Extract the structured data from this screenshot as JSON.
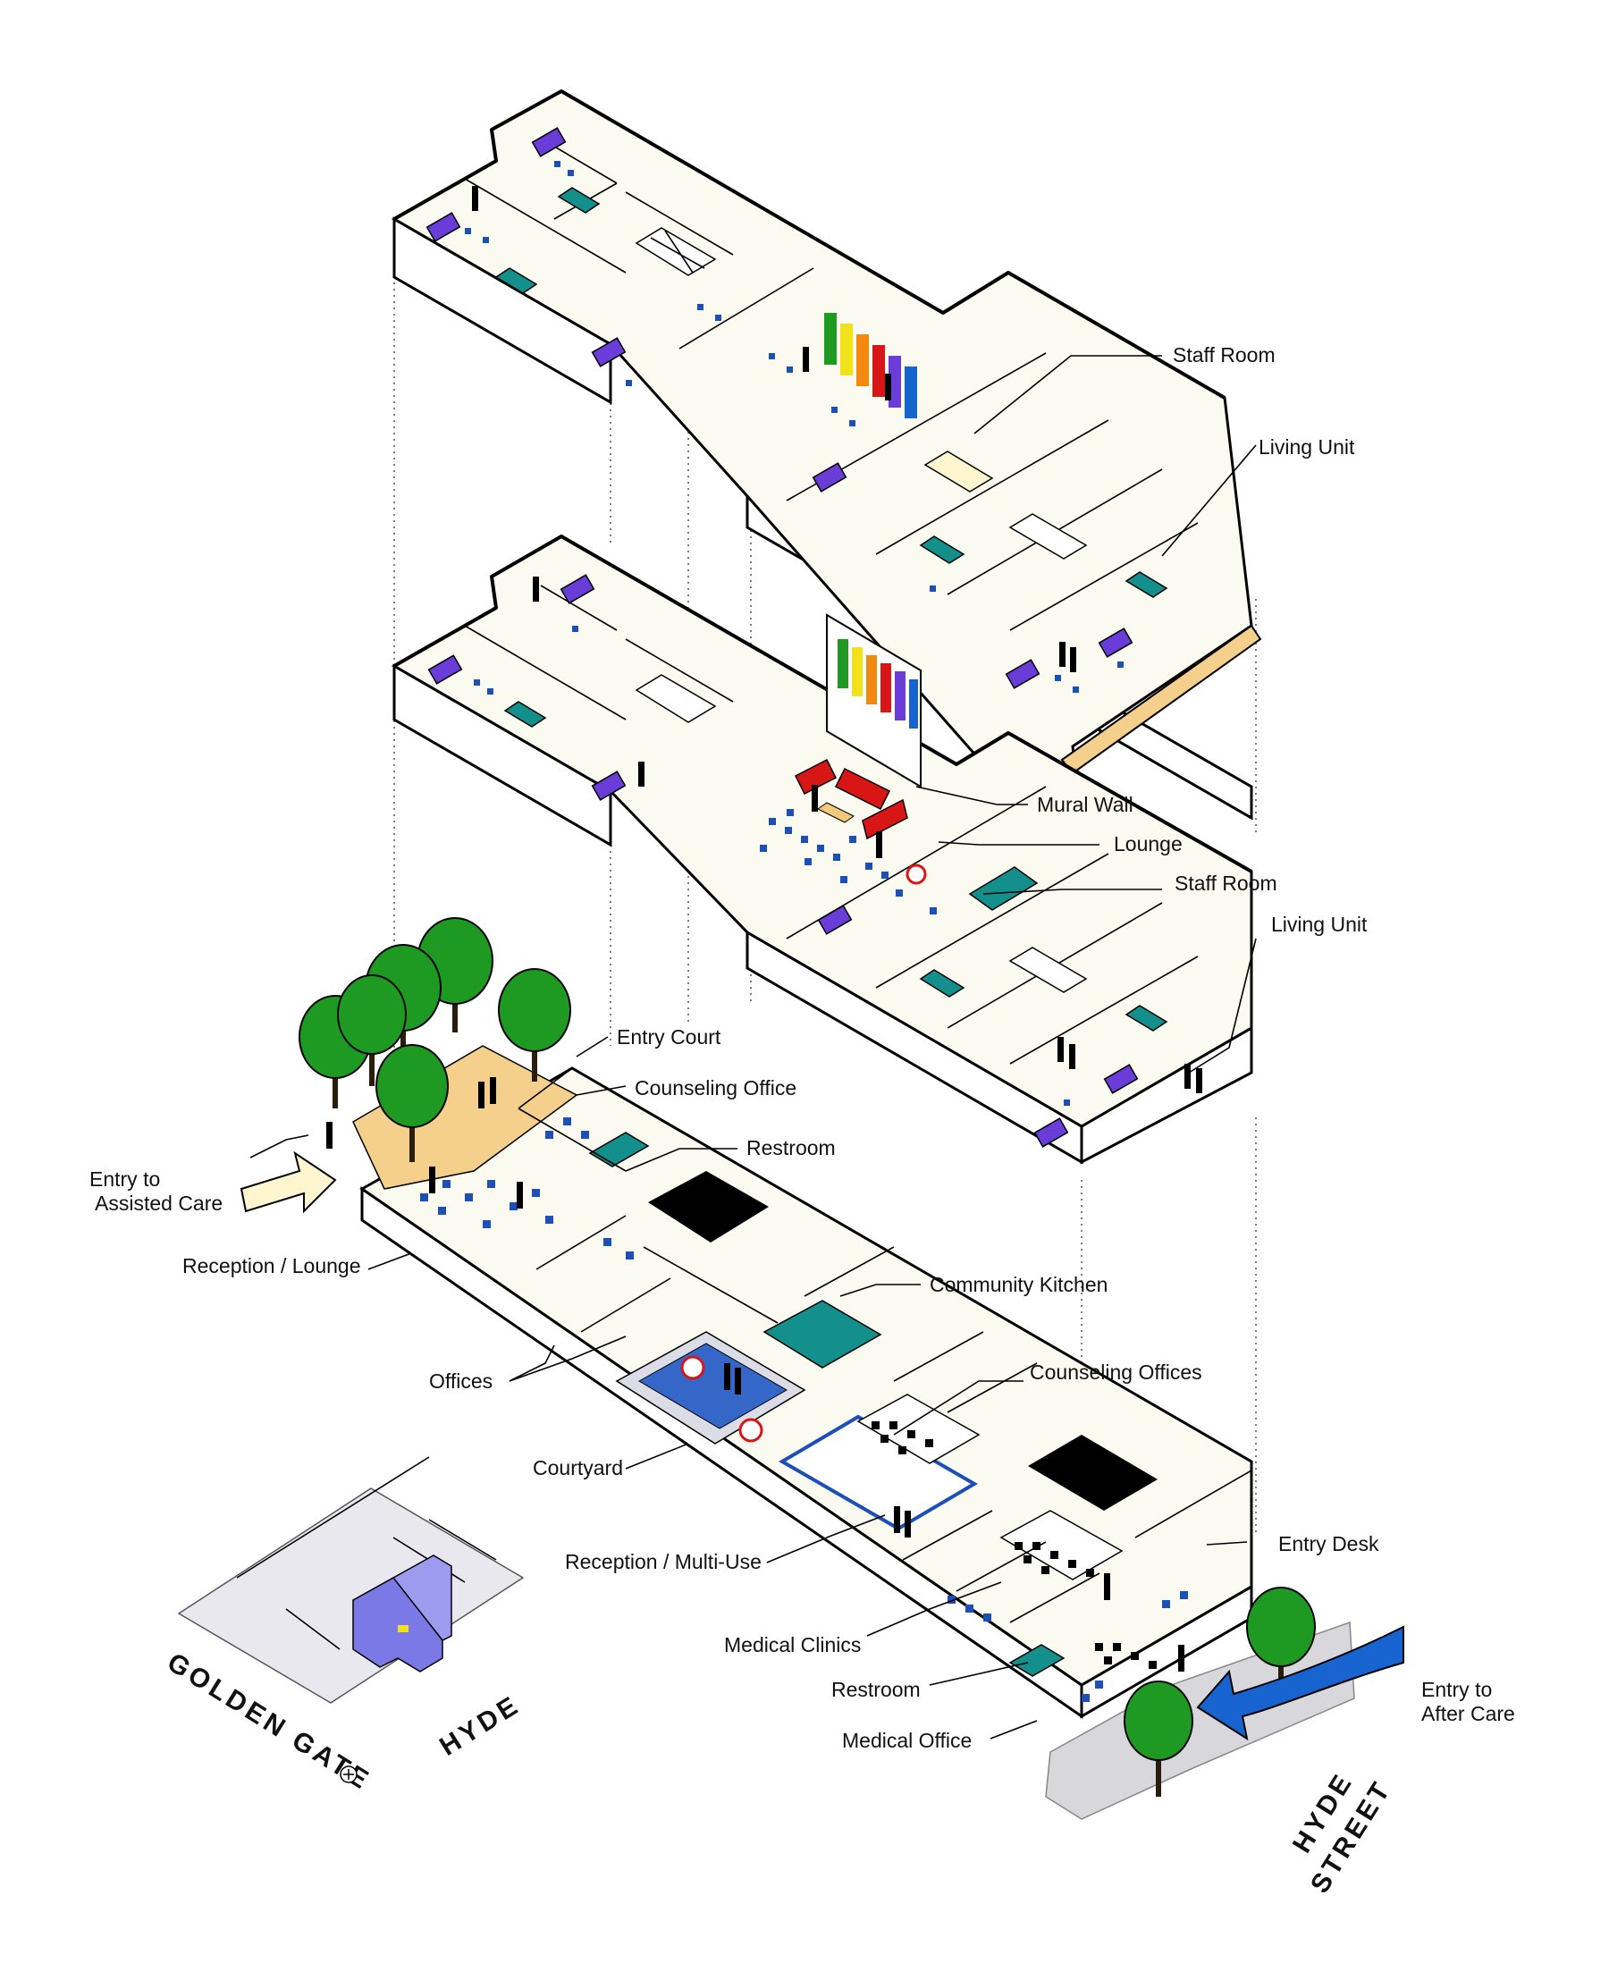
{
  "labels": {
    "staff_room_top": "Staff Room",
    "living_unit_top": "Living Unit",
    "mural_wall": "Mural Wall",
    "lounge": "Lounge",
    "staff_room_mid": "Staff Room",
    "living_unit_mid": "Living Unit",
    "entry_court": "Entry Court",
    "counseling_office": "Counseling Office",
    "restroom_upper": "Restroom",
    "entry_assisted_1": "Entry to",
    "entry_assisted_2": "Assisted Care",
    "reception_lounge": "Reception / Lounge",
    "community_kitchen": "Community Kitchen",
    "offices": "Offices",
    "counseling_offices": "Counseling  Offices",
    "courtyard": "Courtyard",
    "reception_multi": "Reception / Multi-Use",
    "entry_desk": "Entry Desk",
    "medical_clinics": "Medical Clinics",
    "restroom_lower": "Restroom",
    "medical_office": "Medical Office",
    "entry_after_1": "Entry to",
    "entry_after_2": "After Care",
    "street_hyde_1": "HYDE",
    "street_hyde_2": "STREET",
    "map_golden_gate": "GOLDEN GATE",
    "map_hyde": "HYDE"
  },
  "colors": {
    "bed_purple": "#6a3cd8",
    "teal": "#138f8c",
    "tile_blue": "#1d4fb8",
    "courtyard_tan": "#f5cf8c",
    "tree_green": "#1e9a22",
    "lounge_red": "#d81616",
    "arrow_blue": "#1764d0",
    "map_building": "#7b79e6",
    "map_block": "#e8e8ee"
  },
  "icons": [
    "tree-icon",
    "person-icon",
    "bed-icon",
    "sofa-icon",
    "table-icon",
    "stair-icon",
    "arrow-icon",
    "compass-icon"
  ],
  "mural_colors": [
    "#1e9a22",
    "#f2e21a",
    "#f28a12",
    "#d81616",
    "#6a3cd8",
    "#1764d0"
  ]
}
